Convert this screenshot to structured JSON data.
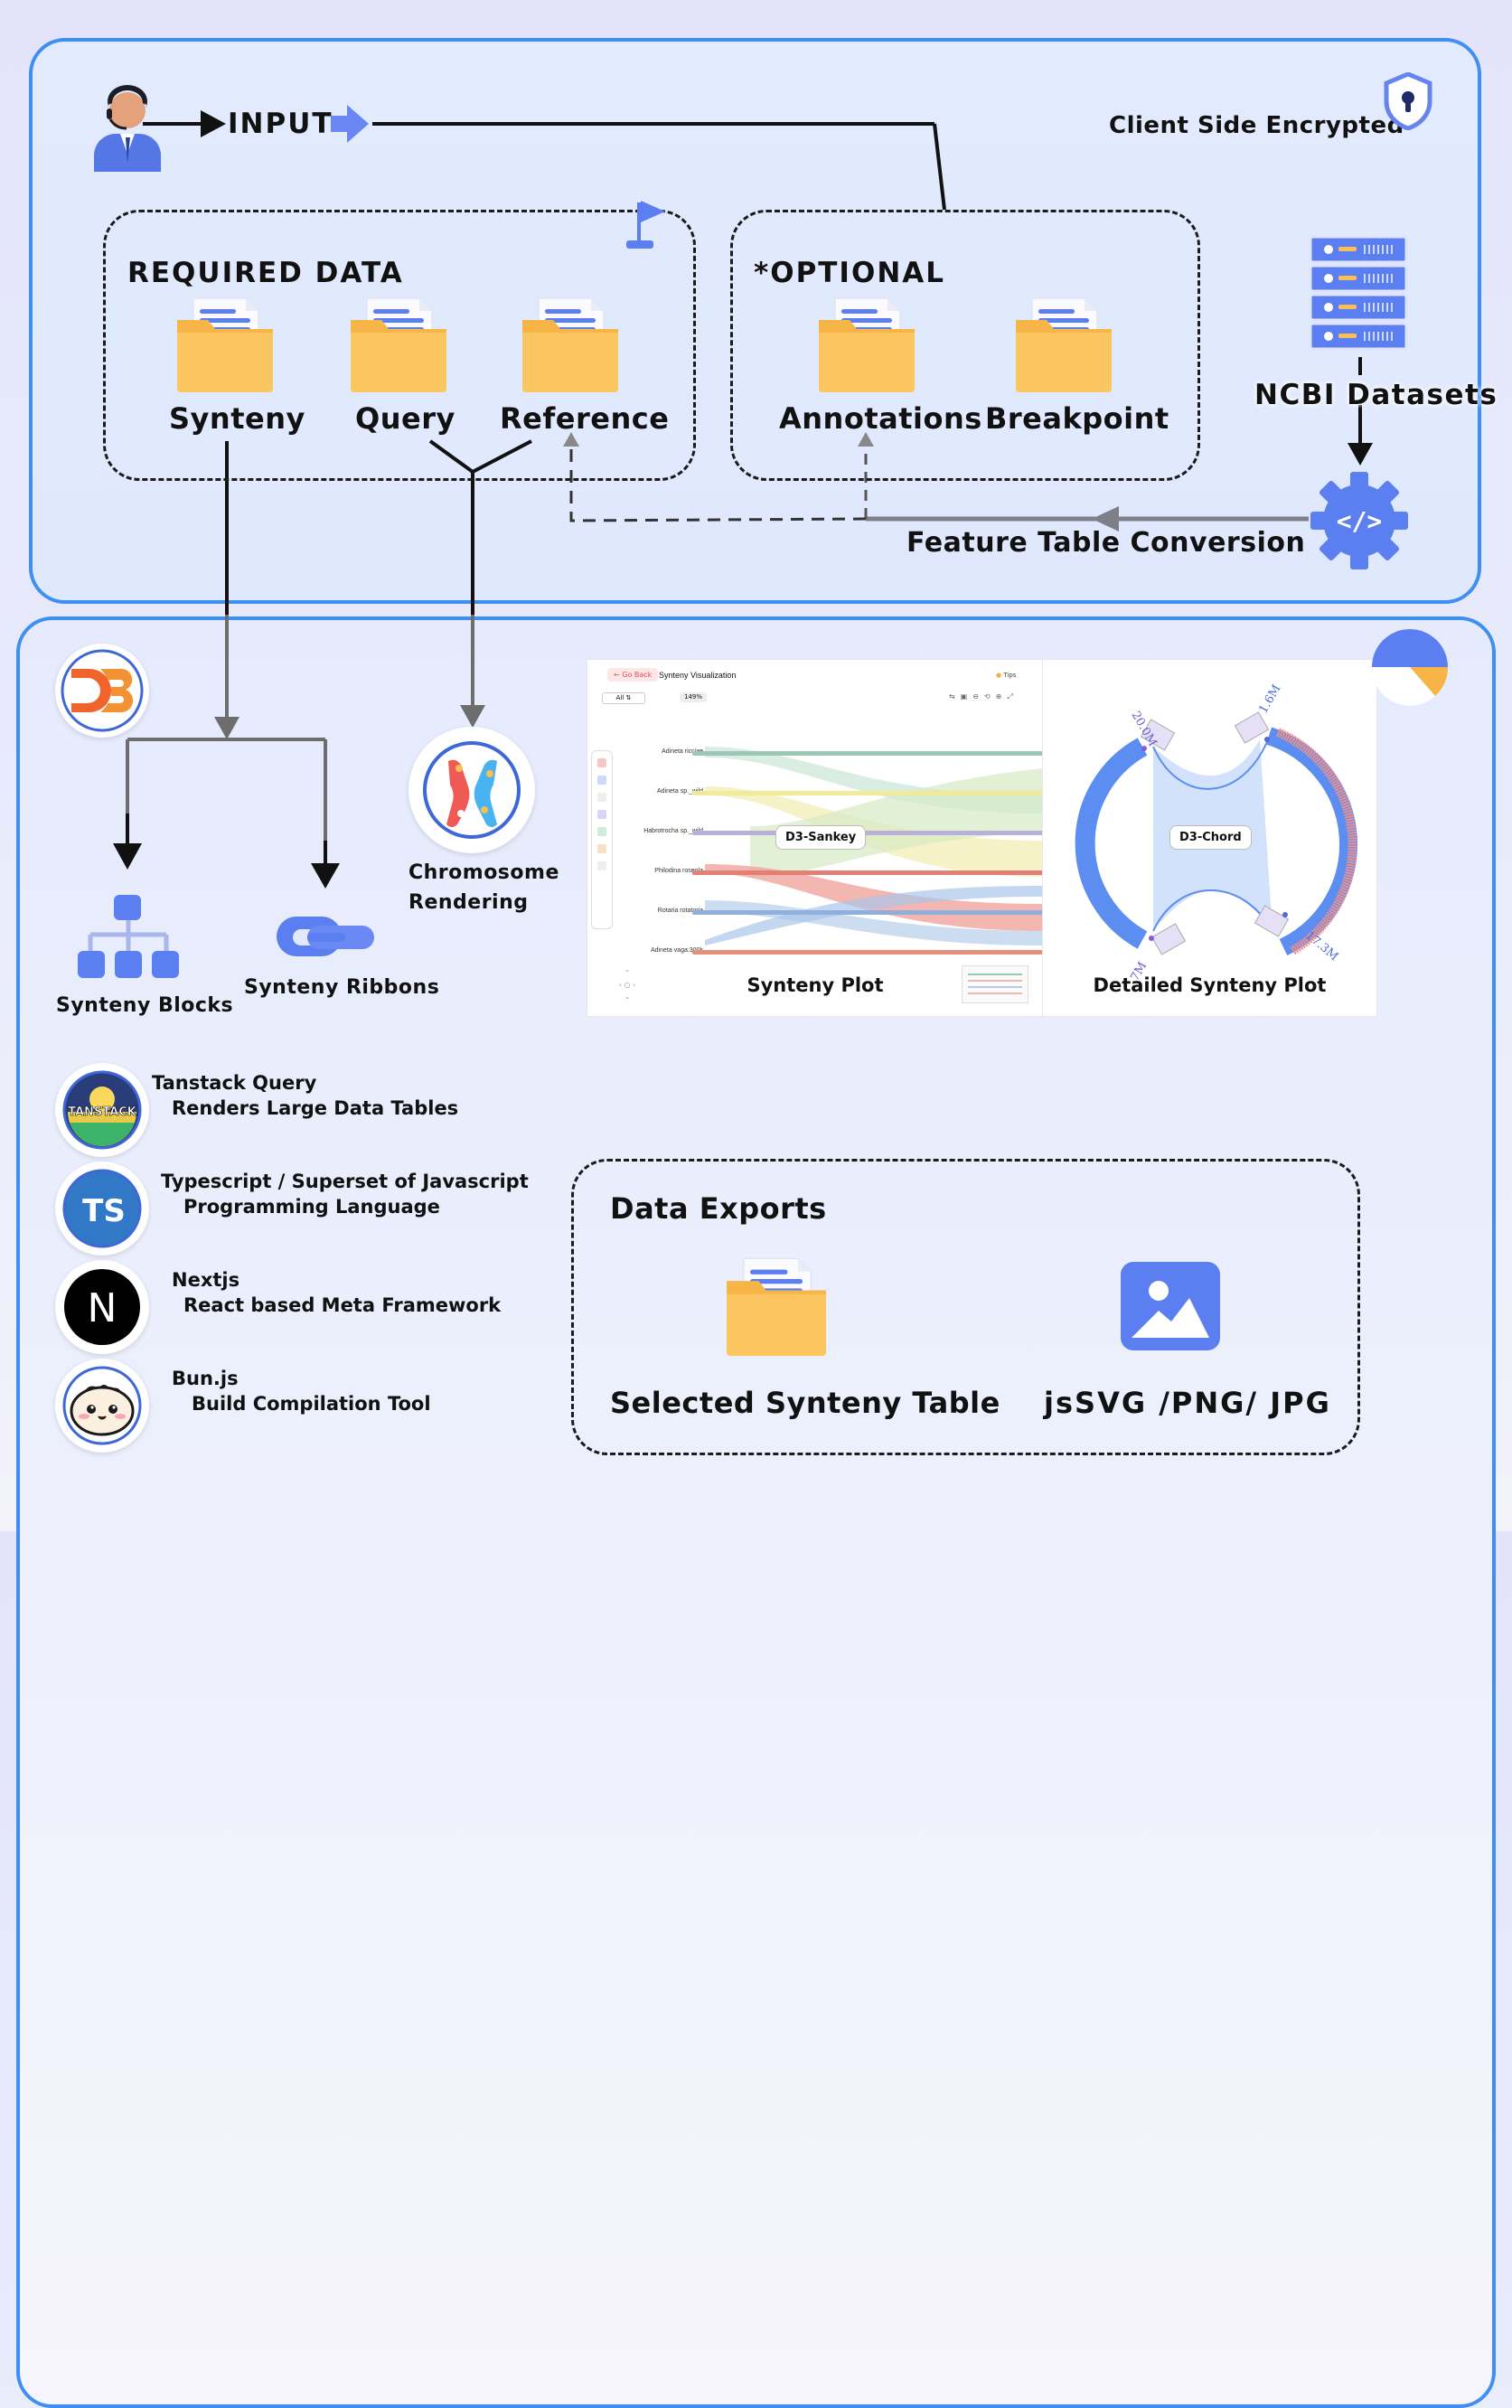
{
  "top": {
    "input_label": "INPUT",
    "encrypted_label": "Client Side Encrypted",
    "required_title": "REQUIRED DATA",
    "required_files": [
      "Synteny",
      "Query",
      "Reference"
    ],
    "optional_title": "*OPTIONAL",
    "optional_files": [
      "Annotations",
      "Breakpoint"
    ],
    "ncbi_label": "NCBI Datasets",
    "conversion_label": "Feature Table Conversion"
  },
  "viz": {
    "synteny_blocks": "Synteny Blocks",
    "synteny_ribbons": "Synteny Ribbons",
    "chromosome_line1": "Chromosome",
    "chromosome_line2": "Rendering"
  },
  "synteny_app": {
    "back_button": "Go Back",
    "title": "Synteny Visualization",
    "tips": "Tips",
    "filter": "All",
    "zoom": "149%",
    "species": [
      "Adineta ricciae",
      "Adineta sp._wild",
      "Habrotrocha sp._wild",
      "Philodina roseola",
      "Rotaria rotatoria",
      "Adineta vaga:300k"
    ],
    "tag": "D3-Sankey",
    "caption": "Synteny Plot"
  },
  "chord_plot": {
    "tag": "D3-Chord",
    "labels": [
      "20.0M",
      "1.6M",
      "17.3M",
      "7M"
    ],
    "caption": "Detailed Synteny Plot"
  },
  "tech_stack": [
    {
      "name": "Tanstack Query",
      "desc": "Renders Large Data Tables",
      "badge": "TANSTACK"
    },
    {
      "name": "Typescript / Superset of Javascript",
      "desc": "Programming Language",
      "badge": "TS"
    },
    {
      "name": "Nextjs",
      "desc": "React based Meta Framework",
      "badge": "N"
    },
    {
      "name": "Bun.js",
      "desc": "Build Compilation Tool",
      "badge": ""
    }
  ],
  "exports": {
    "title": "Data Exports",
    "table_label": "Selected Synteny Table",
    "image_label": "jsSVG /PNG/ JPG"
  },
  "colors": {
    "panel_border": "#3f8ff2",
    "folder": "#f9be55",
    "icon_blue": "#5b7ff0",
    "line_dark": "#111111",
    "line_gray": "#6d6d6d"
  }
}
